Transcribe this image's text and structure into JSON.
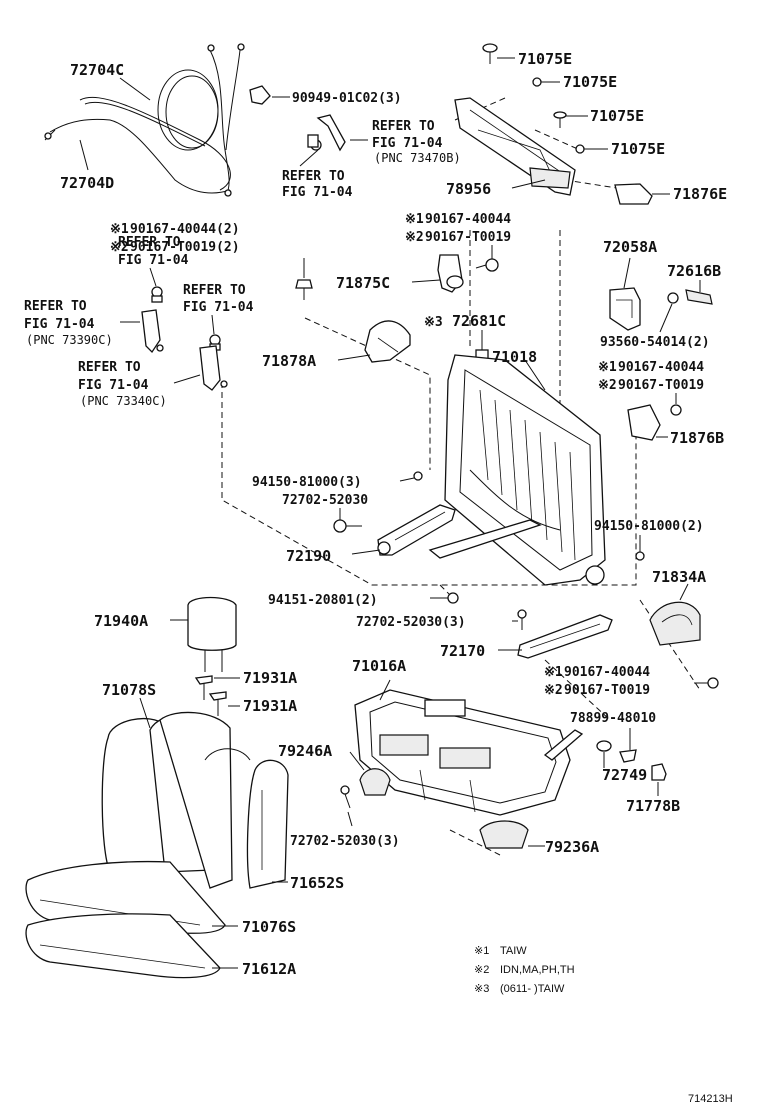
{
  "labels": {
    "p72704C": "72704C",
    "p72704D": "72704D",
    "p9094901C02": "90949-01C02(3)",
    "p71075E_1": "71075E",
    "p71075E_2": "71075E",
    "p71075E_3": "71075E",
    "p71075E_4": "71075E",
    "p78956": "78956",
    "p71876E": "71876E",
    "p72058A": "72058A",
    "p72616B": "72616B",
    "p9356054014": "93560-54014(2)",
    "p71875C": "71875C",
    "p72681C": "72681C",
    "p71018": "71018",
    "p71878A": "71878A",
    "p71876B": "71876B",
    "p9415081000_3": "94150-81000(3)",
    "p7270252030_a": "72702-52030",
    "p72190": "72190",
    "p9415081000_2": "94150-81000(2)",
    "p9415120801": "94151-20801(2)",
    "p7270252030_b": "72702-52030(3)",
    "p72170": "72170",
    "p71834A": "71834A",
    "p71940A": "71940A",
    "p71931A_1": "71931A",
    "p71931A_2": "71931A",
    "p71078S": "71078S",
    "p71016A": "71016A",
    "p7889948010": "78899-48010",
    "p79246A": "79246A",
    "p72749": "72749",
    "p71778B": "71778B",
    "p7270252030_c": "72702-52030(3)",
    "p79236A": "79236A",
    "p71652S": "71652S",
    "p71076S": "71076S",
    "p71612A": "71612A"
  },
  "marked": {
    "a1": "90167-40044(2)",
    "a2": "90167-T0019(2)",
    "b1": "90167-40044",
    "b2": "90167-T0019",
    "c1": "90167-40044",
    "c2": "90167-T0019",
    "d1": "90167-40044",
    "d2": "90167-T0019"
  },
  "marks": {
    "m1": "※1",
    "m2": "※2",
    "m3": "※3"
  },
  "refs": {
    "refer_to": "REFER TO",
    "fig": "FIG 71-04",
    "pnc73470B": "(PNC 73470B)",
    "pnc73390C": "(PNC 73390C)",
    "pnc73340C": "(PNC 73340C)"
  },
  "legend": {
    "l1_mark": "※1",
    "l1_text": "TAIW",
    "l2_mark": "※2",
    "l2_text": "IDN,MA,PH,TH",
    "l3_mark": "※3",
    "l3_text": "(0611-      )TAIW"
  },
  "figure_id": "714213H"
}
